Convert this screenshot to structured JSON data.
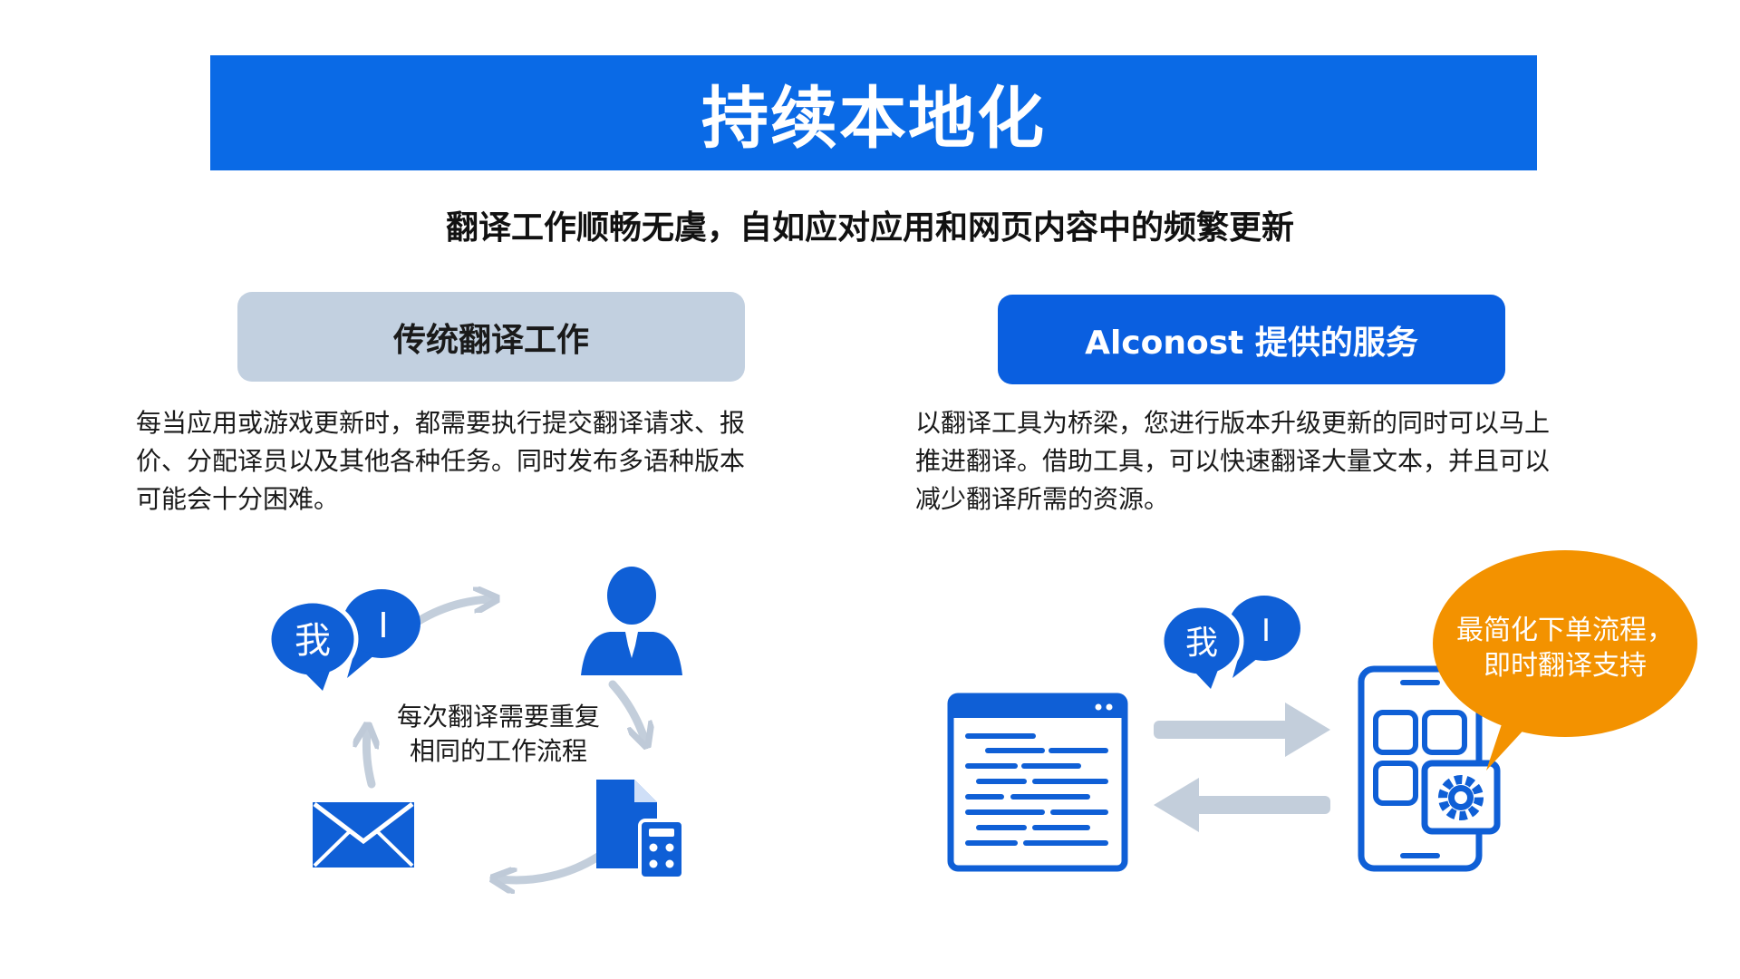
{
  "title": "持续本地化",
  "subtitle": "翻译工作顺畅无虞，自如应对应用和网页内容中的频繁更新",
  "left": {
    "heading": "传统翻译工作",
    "description_lines": [
      "每当应用或游戏更新时，都需要执行提交翻译请求、报",
      "价、分配译员以及其他各种任务。同时发布多语种版本",
      "可能会十分困难。"
    ],
    "cycle_lines": [
      "每次翻译需要重复",
      "相同的工作流程"
    ],
    "bubble_glyphs": [
      "我",
      "I"
    ]
  },
  "right": {
    "heading": "Alconost 提供的服务",
    "description_lines": [
      "以翻译工具为桥梁，您进行版本升级更新的同时可以马上",
      "推进翻译。借助工具，可以快速翻译大量文本，并且可以",
      "减少翻译所需的资源。"
    ],
    "callout_lines": [
      "最简化下单流程，",
      "即时翻译支持"
    ],
    "bubble_glyphs": [
      "我",
      "I"
    ]
  },
  "colors": {
    "primary_blue": "#0a6ae6",
    "icon_blue": "#0f5fd6",
    "light_gray_blue": "#c2d0e0",
    "arrow_gray": "#bfcad8",
    "callout_orange": "#f39200"
  },
  "icons": [
    "speech-bubbles-icon",
    "person-icon",
    "document-calculator-icon",
    "envelope-icon",
    "code-window-icon",
    "mobile-app-icon",
    "gear-icon",
    "arrow-right-icon",
    "arrow-left-icon"
  ]
}
